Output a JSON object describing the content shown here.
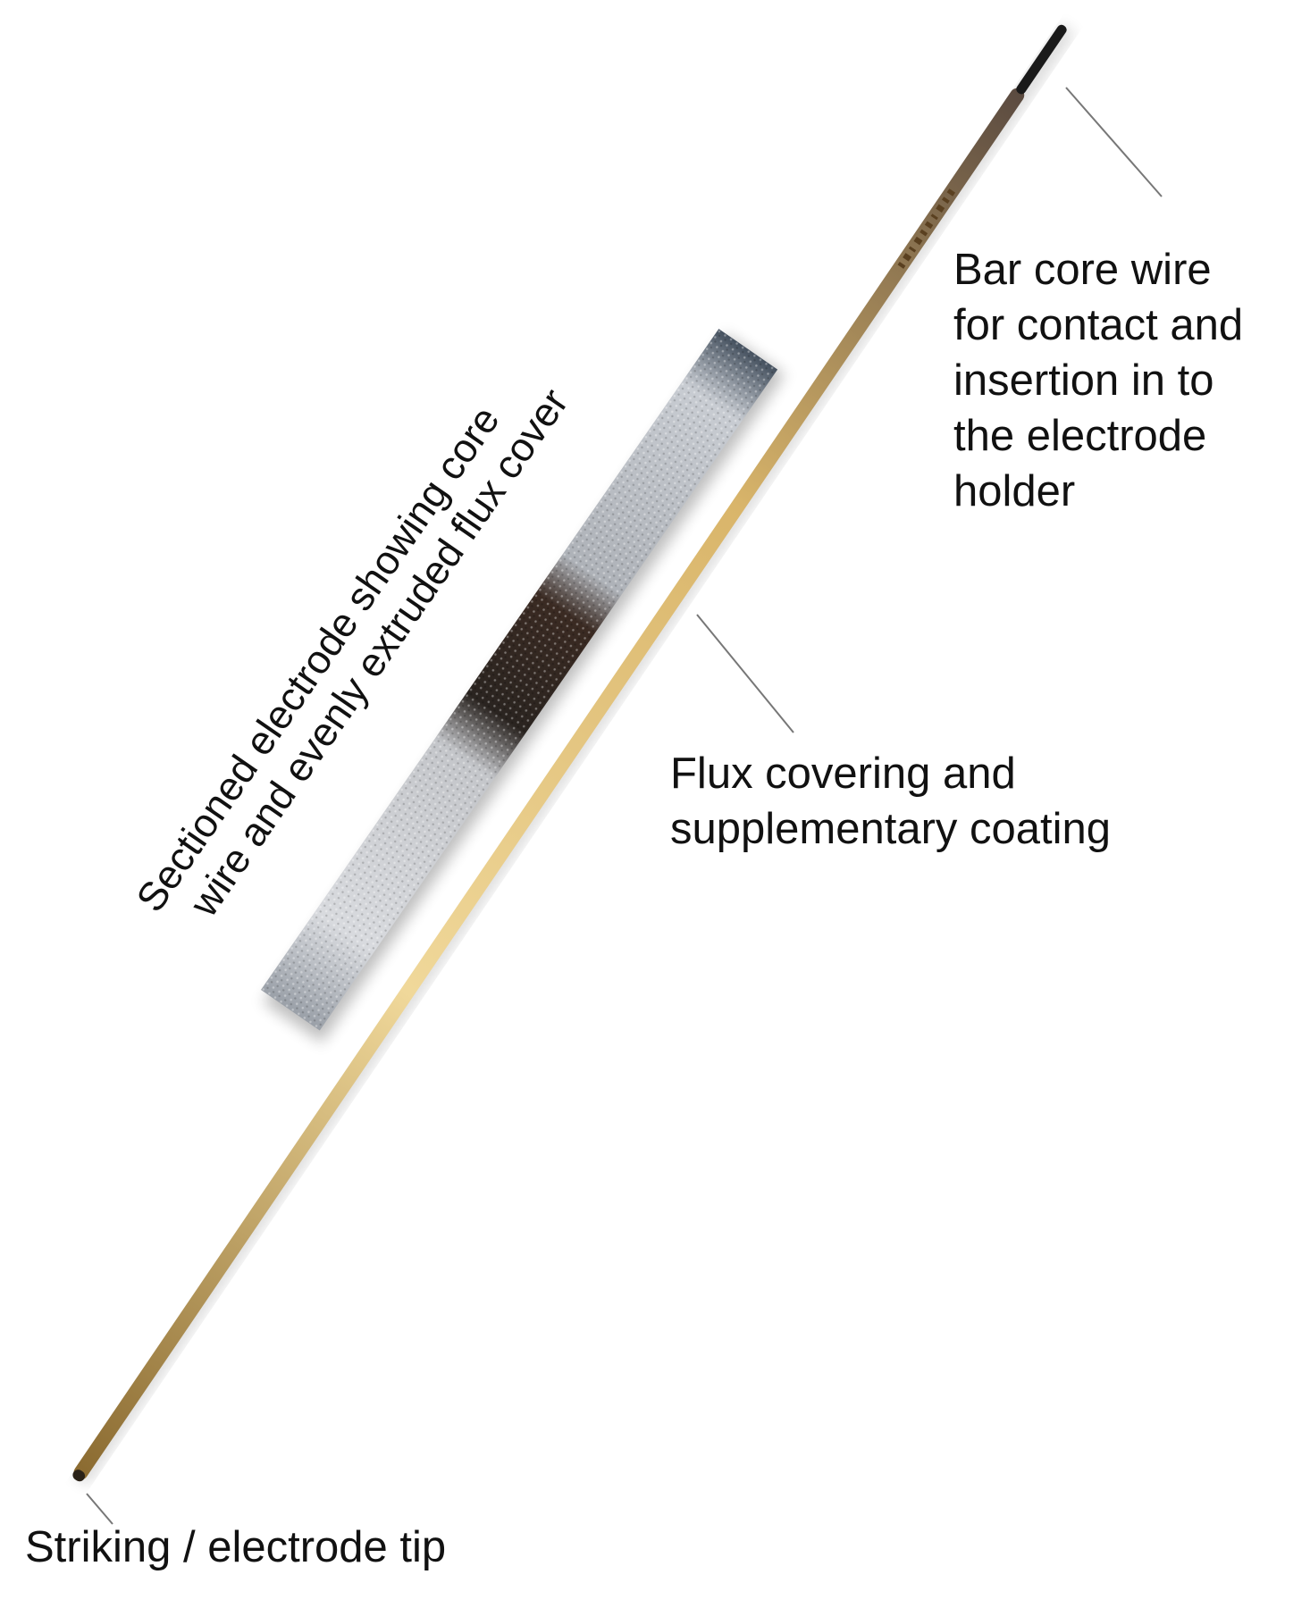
{
  "title": "Welding electrode anatomy",
  "labels": {
    "core_wire": [
      "Bar core wire",
      "for contact and",
      "insertion in to",
      "the electrode",
      "holder"
    ],
    "flux": [
      "Flux covering and",
      "supplementary coating"
    ],
    "tip": [
      "Striking / electrode tip"
    ],
    "section": [
      "Sectioned electrode showing core",
      "wire and evenly extruded flux cover"
    ]
  },
  "colors": {
    "flux_coating": "#e2c07a",
    "core_wire": "#1a1a1a",
    "section_flux": "#b8bcc2",
    "section_core": "#3a2a20",
    "leader": "#777777"
  }
}
